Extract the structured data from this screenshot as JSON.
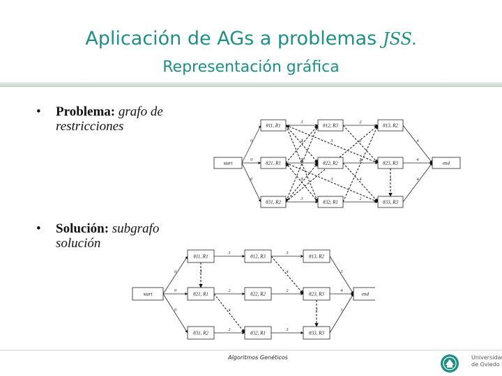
{
  "title": {
    "line1_main": "Aplicación de AGs a problemas ",
    "line1_italic": "JSS.",
    "line2": "Representación gráfica"
  },
  "bullets": [
    {
      "marker": "•",
      "label": "Problema:",
      "text_1": " grafo de",
      "text_2": "restricciones"
    },
    {
      "marker": "•",
      "label": "Solución:",
      "text_1": " subgrafo",
      "text_2": "solución"
    }
  ],
  "graph1": {
    "nodes": [
      "start",
      "θ11, R1",
      "θ12, R3",
      "θ13, R2",
      "θ21, R1",
      "θ22, R2",
      "θ23, R3",
      "θ31, R2",
      "θ32, R1",
      "θ33, R3",
      "end"
    ],
    "edge_labels": [
      "0",
      "0",
      "0",
      "3",
      "2",
      "3",
      "3",
      "3",
      "2",
      "4",
      "4",
      "4",
      "2",
      "2",
      "3",
      "3",
      "2",
      "3",
      "3",
      "4",
      "2",
      "1",
      "4",
      "3",
      "3"
    ]
  },
  "graph2": {
    "nodes": [
      "start",
      "θ11, R1",
      "θ12, R3",
      "θ13, R2",
      "θ21, R1",
      "θ22, R2",
      "θ23, R3",
      "θ31, R2",
      "θ32, R1",
      "θ33, R3",
      "end"
    ],
    "edge_labels": [
      "0",
      "0",
      "0",
      "3",
      "3",
      "2",
      "2",
      "2",
      "3",
      "3",
      "4",
      "3",
      "3",
      "4",
      "4",
      "2"
    ]
  },
  "footer": {
    "text": "Algoritmos Genéticos"
  },
  "logo": {
    "line1": "Universidad",
    "line2": "de Oviedo",
    "color": "#1f8f86"
  }
}
